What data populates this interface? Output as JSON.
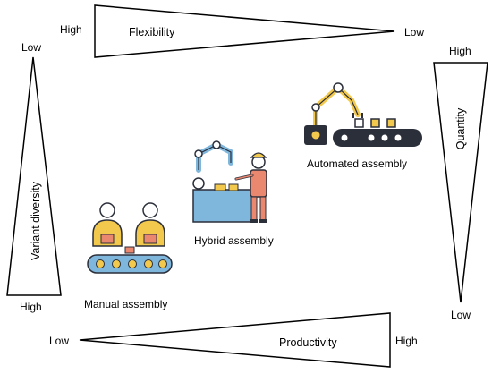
{
  "flexibility": {
    "title": "Flexibility",
    "high": "High",
    "low": "Low"
  },
  "quantity": {
    "title": "Quantity",
    "high": "High",
    "low": "Low"
  },
  "variant_diversity": {
    "title": "Variant diversity",
    "low": "Low",
    "high": "High"
  },
  "productivity": {
    "title": "Productivity",
    "low": "Low",
    "high": "High"
  },
  "assembly_types": {
    "manual": {
      "label": "Manual assembly",
      "icon": "workers-at-conveyor-icon"
    },
    "hybrid": {
      "label": "Hybrid assembly",
      "icon": "worker-with-robot-arm-icon"
    },
    "automated": {
      "label": "Automated assembly",
      "icon": "robot-arm-conveyor-icon"
    }
  },
  "colors": {
    "outline": "#2b2f3a",
    "yellow": "#f2c94c",
    "blue": "#7fb6dc",
    "red": "#e9876f",
    "conveyor": "#2b2f3a"
  }
}
